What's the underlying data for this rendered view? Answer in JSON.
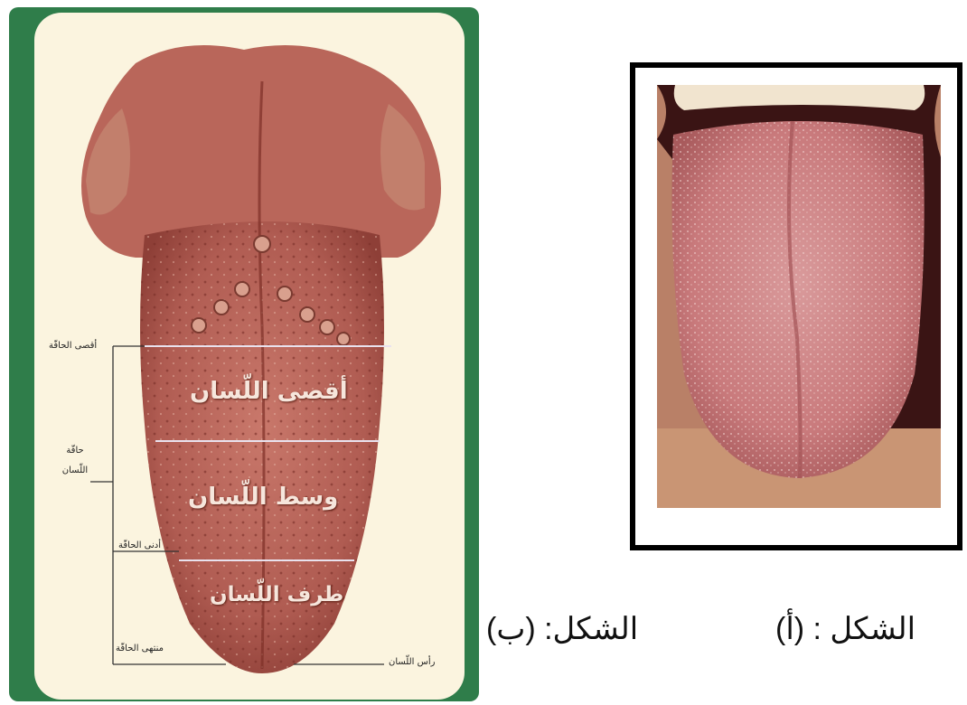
{
  "figure_a": {
    "caption": "الشكل : (أ)"
  },
  "figure_b": {
    "caption": "الشكل: (ب)",
    "zone_labels": {
      "back": "أقصى اللّسان",
      "middle": "وسط اللّسان",
      "tip_zone": "طرف اللّسان"
    },
    "side_labels": {
      "edge_back": "أقصى الحافّة",
      "edge": "حافّة اللّسان",
      "edge_near": "أدنى الحافّة",
      "edge_end": "منتهى الحافّة",
      "tip": "رأس اللّسان"
    }
  },
  "colors": {
    "card_border": "#2f7d4a",
    "card_bg": "#fbf4df",
    "tongue": "#b8645a",
    "photo_tongue": "#cc7f80"
  }
}
